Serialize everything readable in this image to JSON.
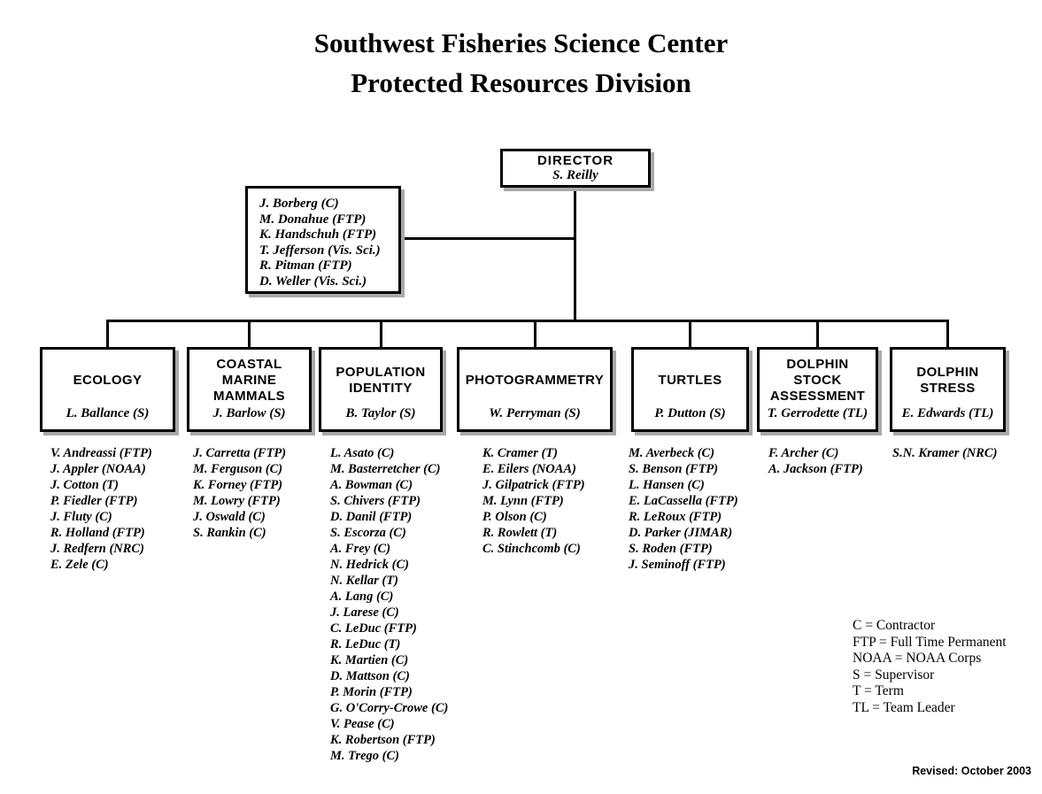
{
  "title": {
    "line1": "Southwest Fisheries Science Center",
    "line2": "Protected Resources Division"
  },
  "director": {
    "title": "DIRECTOR",
    "name": "S. Reilly"
  },
  "director_staff": [
    "J. Borberg (C)",
    "M. Donahue (FTP)",
    "K. Handschuh (FTP)",
    "T. Jefferson (Vis. Sci.)",
    "R. Pitman (FTP)",
    "D. Weller (Vis. Sci.)"
  ],
  "departments": [
    {
      "name": "ECOLOGY",
      "lead": "L. Ballance (S)",
      "staff": [
        "V. Andreassi (FTP)",
        "J. Appler (NOAA)",
        "J. Cotton (T)",
        "P. Fiedler (FTP)",
        "J. Fluty (C)",
        "R. Holland (FTP)",
        "J. Redfern (NRC)",
        "E. Zele (C)"
      ]
    },
    {
      "name": "COASTAL MARINE MAMMALS",
      "lead": "J. Barlow (S)",
      "staff": [
        "J. Carretta (FTP)",
        "M. Ferguson (C)",
        "K. Forney (FTP)",
        "M. Lowry (FTP)",
        "J. Oswald (C)",
        "S. Rankin (C)"
      ]
    },
    {
      "name": "POPULATION IDENTITY",
      "lead": "B. Taylor (S)",
      "staff": [
        "L. Asato (C)",
        "M. Basterretcher (C)",
        "A. Bowman (C)",
        "S. Chivers (FTP)",
        "D. Danil (FTP)",
        "S. Escorza (C)",
        "A. Frey (C)",
        "N. Hedrick (C)",
        "N. Kellar (T)",
        "A. Lang (C)",
        "J. Larese (C)",
        "C. LeDuc (FTP)",
        "R. LeDuc (T)",
        "K. Martien (C)",
        "D. Mattson (C)",
        "P. Morin (FTP)",
        "G. O'Corry-Crowe (C)",
        "V. Pease (C)",
        "K. Robertson (FTP)",
        "M. Trego (C)"
      ]
    },
    {
      "name": "PHOTOGRAMMETRY",
      "lead": "W. Perryman (S)",
      "staff": [
        "K. Cramer (T)",
        "E. Eilers (NOAA)",
        "J. Gilpatrick (FTP)",
        "M. Lynn (FTP)",
        "P. Olson (C)",
        "R. Rowlett (T)",
        "C. Stinchcomb (C)"
      ]
    },
    {
      "name": "TURTLES",
      "lead": "P. Dutton (S)",
      "staff": [
        "M. Averbeck (C)",
        "S. Benson (FTP)",
        "L. Hansen (C)",
        "E. LaCassella (FTP)",
        "R. LeRoux (FTP)",
        "D. Parker (JIMAR)",
        "S. Roden (FTP)",
        "J. Seminoff (FTP)"
      ]
    },
    {
      "name": "DOLPHIN STOCK ASSESSMENT",
      "lead": "T. Gerrodette (TL)",
      "staff": [
        "F. Archer (C)",
        "A. Jackson (FTP)"
      ]
    },
    {
      "name": "DOLPHIN STRESS",
      "lead": "E. Edwards (TL)",
      "staff": [
        "S.N. Kramer (NRC)"
      ]
    }
  ],
  "legend": [
    "C = Contractor",
    "FTP = Full Time Permanent",
    "NOAA = NOAA Corps",
    "S = Supervisor",
    "T = Term",
    "TL = Team Leader"
  ],
  "revised": "Revised: October 2003",
  "colors": {
    "text": "#000000",
    "background": "#ffffff",
    "border": "#000000",
    "shadow": "#a9a9a9"
  }
}
